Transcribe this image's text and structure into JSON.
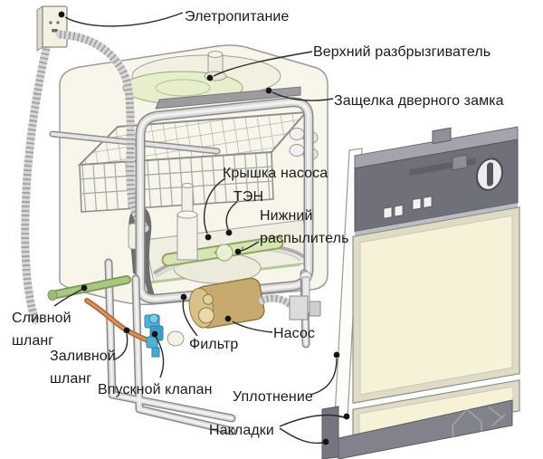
{
  "diagram": {
    "subject": "dishwasher-parts-diagram",
    "labels": {
      "power": "Элетропитание",
      "upper_sprayer": "Верхний разбрызгиватель",
      "door_latch": "Защелка дверного замка",
      "pump_cover": "Крышка насоса",
      "heater": "ТЭН",
      "lower_sprayer": "Нижний\nраспылитель",
      "drain_hose": "Сливной\nшланг",
      "fill_hose": "Заливной\nшланг",
      "inlet_valve": "Впускной клапан",
      "filter": "Фильтр",
      "pump": "Насос",
      "seal": "Уплотнение",
      "trim": "Накладки"
    },
    "colors": {
      "tub_cream": "#f8f6ea",
      "door_cream": "#f5f2d8",
      "panel_gray": "#70707a",
      "kickplate_gray": "#82828c",
      "pump_tan": "#c6aa70",
      "valve_blue": "#54b2d8",
      "fill_hose_orange": "#b56f3e",
      "drain_hose_green": "#a8c77f",
      "sprayer_green": "#e6eecb",
      "line_black": "#1b1b1b"
    }
  }
}
